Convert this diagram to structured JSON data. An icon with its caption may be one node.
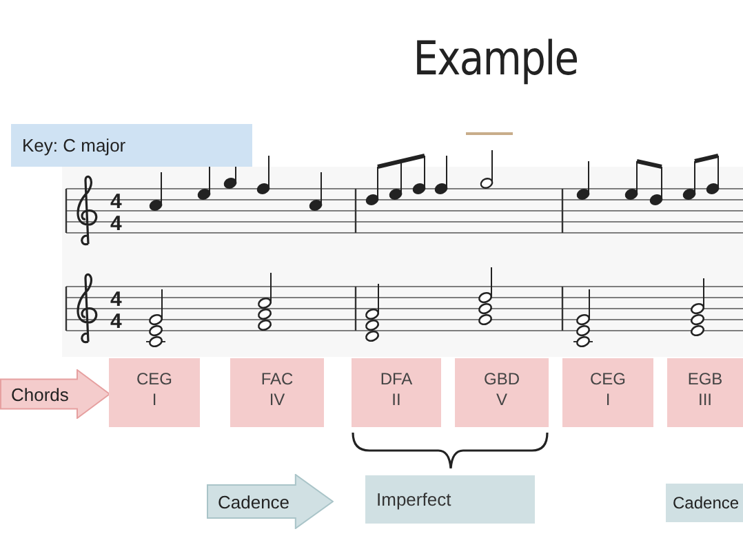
{
  "diagram": {
    "title": "Example",
    "nodes": [
      {
        "text": [
          "Key: C major"
        ]
      },
      {
        "text": [
          "Chords"
        ]
      },
      {
        "text": [
          "CEG",
          "I"
        ]
      },
      {
        "text": [
          "FAC",
          "IV"
        ]
      },
      {
        "text": [
          "DFA",
          "II"
        ]
      },
      {
        "text": [
          "GBD",
          "V"
        ]
      },
      {
        "text": [
          "CEG",
          "I"
        ]
      },
      {
        "text": [
          "EGB",
          "III"
        ]
      },
      {
        "text": [
          "Cadence"
        ]
      },
      {
        "text": [
          "Imperfect"
        ]
      },
      {
        "text": [
          "Cadence"
        ]
      }
    ],
    "labels": [
      "4",
      "4",
      "4",
      "4"
    ]
  }
}
